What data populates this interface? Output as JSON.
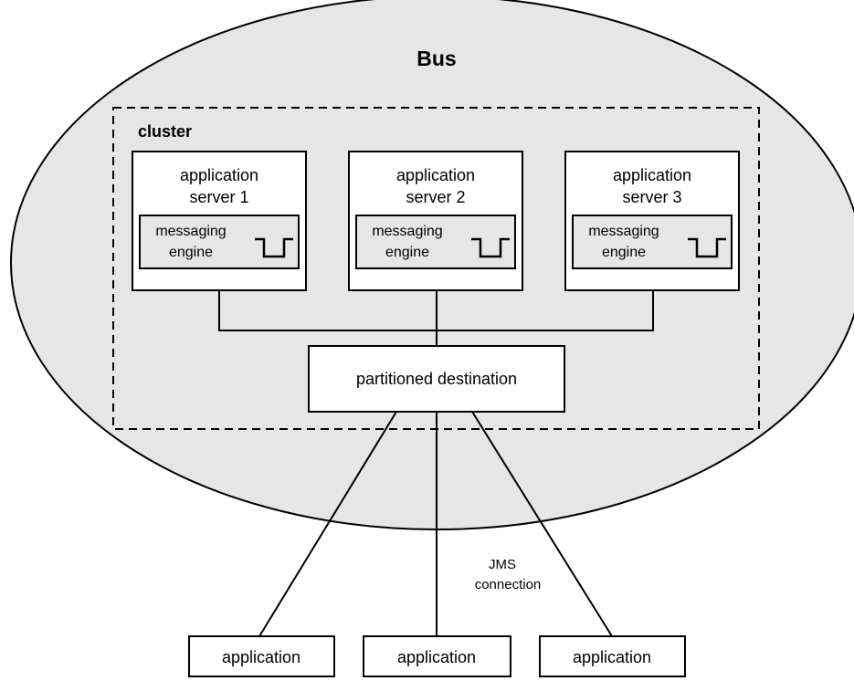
{
  "bus": {
    "label": "Bus"
  },
  "cluster": {
    "label": "cluster"
  },
  "servers": [
    {
      "line1": "application",
      "line2": "server 1",
      "engine": {
        "line1": "messaging",
        "line2": "engine",
        "icon": "queue-icon"
      }
    },
    {
      "line1": "application",
      "line2": "server 2",
      "engine": {
        "line1": "messaging",
        "line2": "engine",
        "icon": "queue-icon"
      }
    },
    {
      "line1": "application",
      "line2": "server 3",
      "engine": {
        "line1": "messaging",
        "line2": "engine",
        "icon": "queue-icon"
      }
    }
  ],
  "destination": {
    "label": "partitioned destination"
  },
  "connection": {
    "line1": "JMS",
    "line2": "connection"
  },
  "applications": [
    {
      "label": "application"
    },
    {
      "label": "application"
    },
    {
      "label": "application"
    }
  ],
  "colors": {
    "bus_fill": "#e6e6e6",
    "box_fill": "#ffffff",
    "engine_fill": "#e6e6e6",
    "stroke": "#000000"
  }
}
